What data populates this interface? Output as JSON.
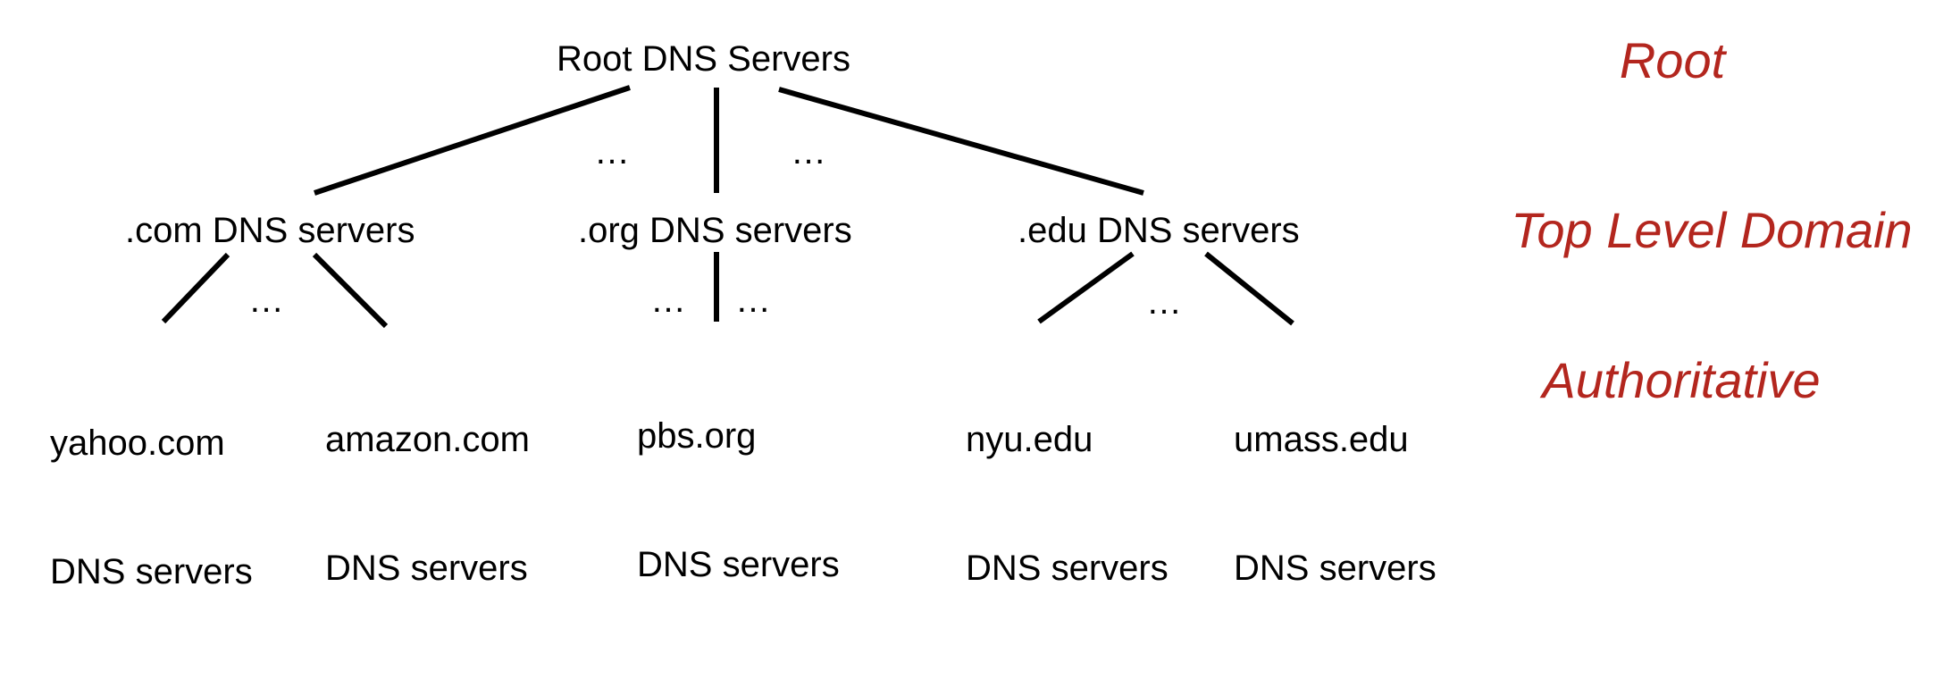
{
  "diagram": {
    "nodes": {
      "root": "Root DNS Servers",
      "com": ".com DNS servers",
      "org": ".org DNS servers",
      "edu": ".edu DNS servers",
      "yahoo": [
        "yahoo.com",
        "DNS servers"
      ],
      "amazon": [
        "amazon.com",
        "DNS servers"
      ],
      "pbs": [
        "pbs.org",
        "DNS servers"
      ],
      "nyu": [
        "nyu.edu",
        "DNS servers"
      ],
      "umass": [
        "umass.edu",
        "DNS servers"
      ]
    },
    "ellipsis": "…",
    "levels": {
      "root": "Root",
      "tld": "Top Level Domain",
      "authoritative": "Authoritative"
    },
    "colors": {
      "text": "#000000",
      "lines": "#000000",
      "level_labels": "#b3261e"
    }
  }
}
